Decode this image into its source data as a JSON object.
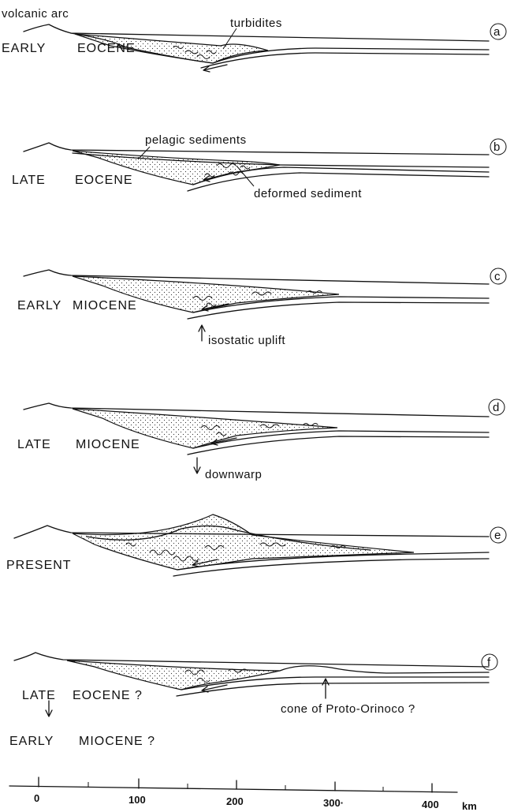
{
  "panels": [
    {
      "letter": "a",
      "stage": [
        "EARLY",
        "EOCENE"
      ],
      "arc_label": "volcanic arc",
      "callouts": [
        "turbidites"
      ]
    },
    {
      "letter": "b",
      "stage": [
        "LATE",
        "EOCENE"
      ],
      "callouts": [
        "pelagic sediments",
        "deformed sediment"
      ]
    },
    {
      "letter": "c",
      "stage": [
        "EARLY",
        "MIOCENE"
      ],
      "callouts": [
        "isostatic uplift"
      ]
    },
    {
      "letter": "d",
      "stage": [
        "LATE",
        "MIOCENE"
      ],
      "callouts": [
        "downwarp"
      ]
    },
    {
      "letter": "e",
      "stage": [
        "PRESENT"
      ],
      "callouts": []
    },
    {
      "letter": "f",
      "stage": [
        "LATE",
        "EOCENE ?",
        "EARLY",
        "MIOCENE ?"
      ],
      "callouts": [
        "cone of Proto-Orinoco ?"
      ]
    }
  ],
  "scale": {
    "ticks": [
      "0",
      "100",
      "200",
      "300·",
      "400"
    ],
    "unit": "km"
  }
}
